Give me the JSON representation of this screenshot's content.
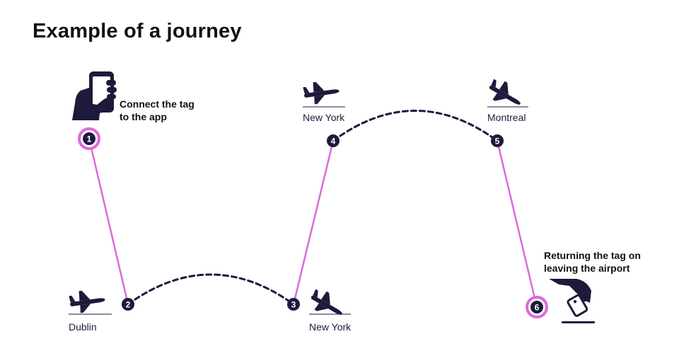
{
  "title": "Example of a journey",
  "colors": {
    "navy": "#1d1a3c",
    "pink": "#dc6ad8",
    "pink_halo": "#e58ee1"
  },
  "steps": [
    {
      "number": "1",
      "label_lines": [
        "Connect the tag",
        "to the app"
      ],
      "icon": "phone-in-hand-icon",
      "highlighted": true
    },
    {
      "number": "2",
      "city": "Dublin",
      "icon": "plane-takeoff-icon",
      "highlighted": false
    },
    {
      "number": "3",
      "city": "New York",
      "icon": "plane-landing-icon",
      "highlighted": false
    },
    {
      "number": "4",
      "city": "New York",
      "icon": "plane-takeoff-icon",
      "highlighted": false
    },
    {
      "number": "5",
      "city": "Montreal",
      "icon": "plane-landing-icon",
      "highlighted": false
    },
    {
      "number": "6",
      "label_lines": [
        "Returning the tag on",
        "leaving the airport"
      ],
      "icon": "drop-tag-in-slot-icon",
      "highlighted": true
    }
  ],
  "connectors": [
    {
      "from": "1",
      "to": "2",
      "style": "solid"
    },
    {
      "from": "2",
      "to": "3",
      "style": "dashed"
    },
    {
      "from": "3",
      "to": "4",
      "style": "solid"
    },
    {
      "from": "4",
      "to": "5",
      "style": "dashed"
    },
    {
      "from": "5",
      "to": "6",
      "style": "solid"
    }
  ]
}
